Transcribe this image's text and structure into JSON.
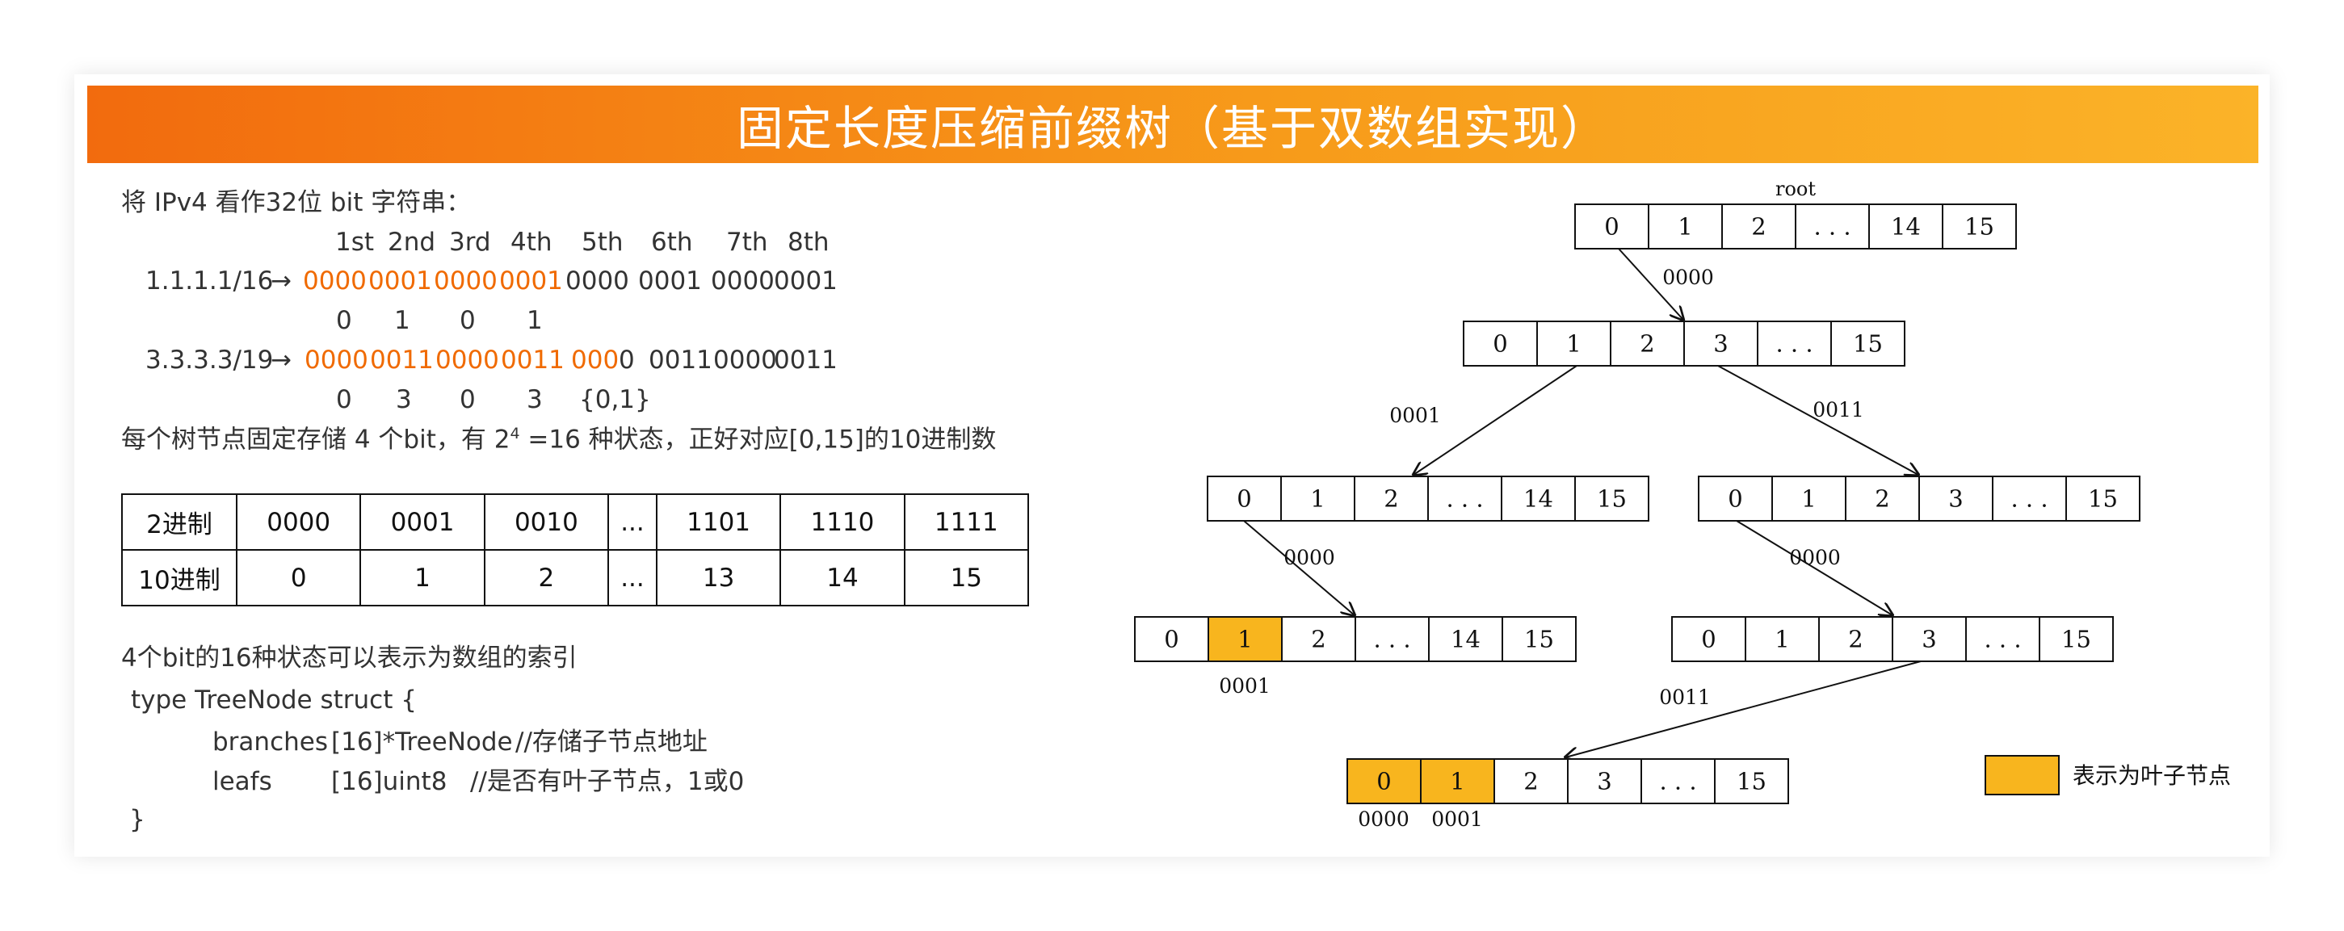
{
  "title": "固定长度压缩前缀树（基于双数组实现）",
  "left": {
    "intro": "将 IPv4 看作32位 bit 字符串：",
    "byte_headers": [
      "1st",
      "2nd",
      "3rd",
      "4th",
      "5th",
      "6th",
      "7th",
      "8th"
    ],
    "ip1": {
      "label": "1.1.1.1/16",
      "arrow": "→",
      "bits_highlight": [
        "0000",
        "0001",
        "0000",
        "0001"
      ],
      "bits_plain": [
        "0000",
        "0001",
        "0000",
        "0001"
      ],
      "indexes": [
        "0",
        "1",
        "0",
        "1"
      ]
    },
    "ip2": {
      "label": "3.3.3.3/19",
      "arrow": "→",
      "bits_highlight": [
        "0000",
        "0011",
        "0000",
        "0011"
      ],
      "partial_highlight": "000",
      "partial_plain": "0",
      "bits_plain": [
        "0011",
        "0000",
        "0011"
      ],
      "indexes": [
        "0",
        "3",
        "0",
        "3",
        "{0,1}"
      ]
    },
    "node_note_pre": "每个树节点固定存储 4 个bit，有 2",
    "node_note_sup": "4",
    "node_note_post": " =16 种状态，正好对应[0,15]的10进制数",
    "table": {
      "row_labels": [
        "2进制",
        "10进制"
      ],
      "binary": [
        "0000",
        "0001",
        "0010",
        "...",
        "1101",
        "1110",
        "1111"
      ],
      "decimal": [
        "0",
        "1",
        "2",
        "...",
        "13",
        "14",
        "15"
      ]
    },
    "array_note": "4个bit的16种状态可以表示为数组的索引",
    "code": {
      "line1": "type TreeNode struct {",
      "line2_field": "branches",
      "line2_type": "[16]*TreeNode",
      "line2_comment": "//存储子节点地址",
      "line3_field": "leafs",
      "line3_type": "[16]uint8",
      "line3_comment": "//是否有叶子节点，1或0",
      "line4": "}"
    }
  },
  "diagram": {
    "root_label": "root",
    "nodes": {
      "root": [
        "0",
        "1",
        "2",
        "...",
        "14",
        "15"
      ],
      "l1": [
        "0",
        "1",
        "2",
        "3",
        "...",
        "15"
      ],
      "l2a": [
        "0",
        "1",
        "2",
        "...",
        "14",
        "15"
      ],
      "l2b": [
        "0",
        "1",
        "2",
        "3",
        "...",
        "15"
      ],
      "l3a": [
        "0",
        "1",
        "2",
        "...",
        "14",
        "15"
      ],
      "l3b": [
        "0",
        "1",
        "2",
        "3",
        "...",
        "15"
      ],
      "l4": [
        "0",
        "1",
        "2",
        "3",
        "...",
        "15"
      ]
    },
    "leaf_cells": {
      "l3a": [
        1
      ],
      "l4": [
        0,
        1
      ]
    },
    "edge_labels": {
      "root_l1": "0000",
      "l1_l2a": "0001",
      "l1_l2b": "0011",
      "l2a_l3a": "0000",
      "l2b_l3b": "0000",
      "l3b_l4": "0011"
    },
    "under_labels": {
      "l3a_1": "0001",
      "l4_0": "0000",
      "l4_1": "0001"
    },
    "legend_text": "表示为叶子节点",
    "colors": {
      "leaf": "#f8b51e",
      "highlight": "#f06a00",
      "banner_start": "#f26b0e",
      "banner_end": "#fbb328"
    }
  }
}
